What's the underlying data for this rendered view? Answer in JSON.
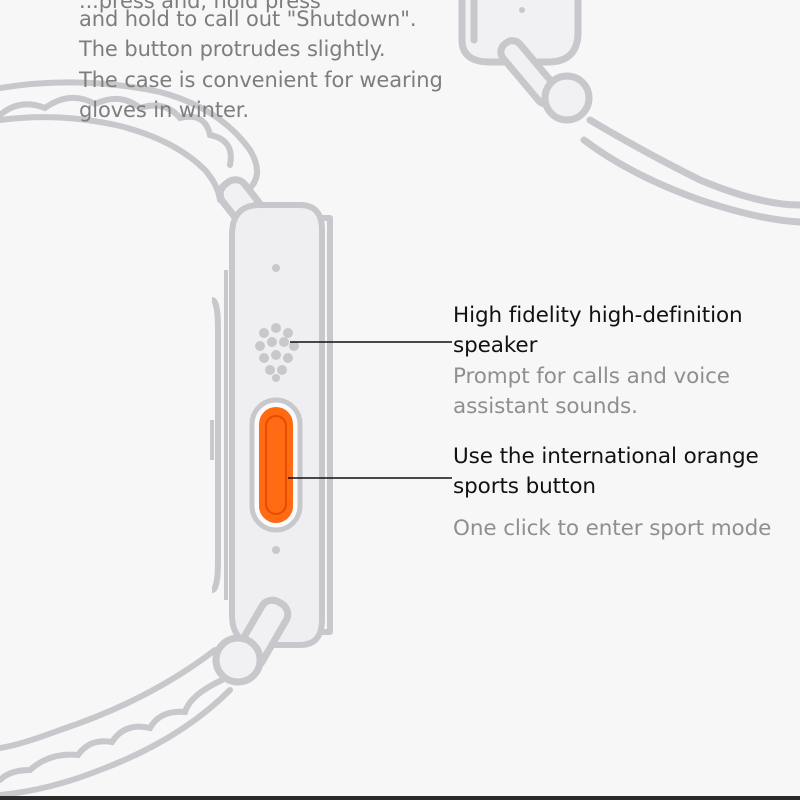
{
  "top_note": {
    "line_partial": "...press and, hold press",
    "line_1": "and hold to call out \"Shutdown\".",
    "line_2": "The button protrudes slightly.",
    "line_3": "The case is convenient for wearing",
    "line_4": "gloves in winter."
  },
  "speaker": {
    "title_line_1": "High fidelity high-definition",
    "title_line_2": "speaker",
    "desc_line_1": "Prompt for calls and voice",
    "desc_line_2": "assistant sounds."
  },
  "sports_button": {
    "title_line_1": "Use the international orange",
    "title_line_2": "sports button",
    "desc_line_1": "One click to enter sport mode"
  },
  "colors": {
    "background": "#f7f7f8",
    "outline": "#c8c8cc",
    "orange_button": "#ff6a13",
    "callout_line": "#111111"
  }
}
